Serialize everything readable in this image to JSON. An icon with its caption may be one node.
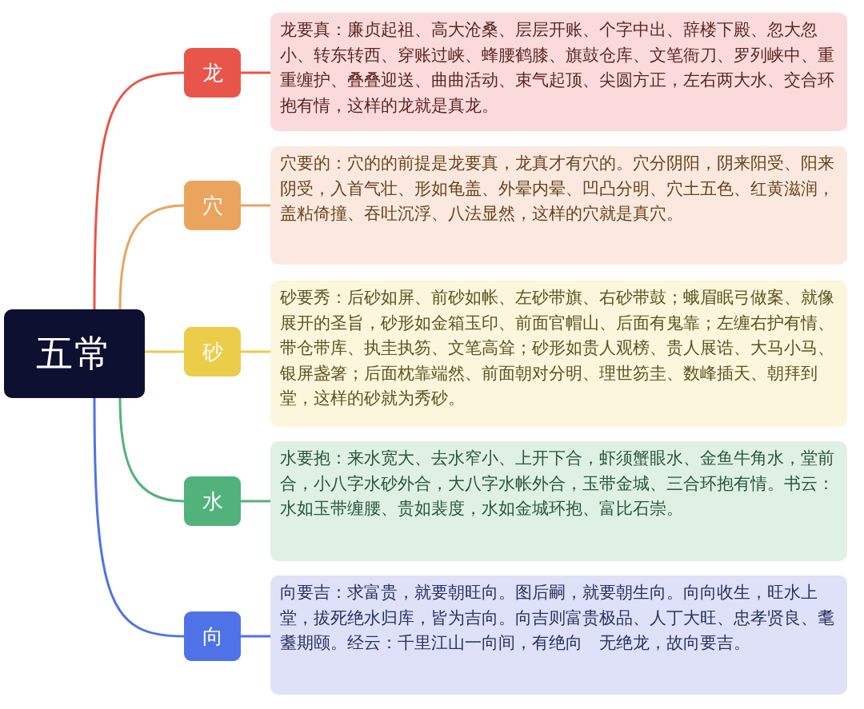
{
  "diagram": {
    "nodes": [
      {
        "text": [
          "五常"
        ]
      },
      {
        "text": [
          "龙"
        ]
      },
      {
        "text": [
          "龙要真：廉贞起祖、高大沧桑、层层开账、个字中出、辞楼下殿、忽大忽小、转东转西、穿账过峡、蜂腰鹤膝、旗鼓仓库、文笔衙刀、罗列峡中、重重缠护、叠叠迎送、曲曲活动、束气起顶、尖圆方正，左右两大水、交合环抱有情，这样的龙就是真龙。"
        ]
      },
      {
        "text": [
          "穴"
        ]
      },
      {
        "text": [
          "穴要的：穴的的前提是龙要真，龙真才有穴的。穴分阴阳，阴来阳受、阳来阴受，入首气壮、形如龟盖、外晕内晕、凹凸分明、穴土五色、红黄滋润，盖粘倚撞、吞吐沉浮、八法显然，这样的穴就是真穴。"
        ]
      },
      {
        "text": [
          "砂"
        ]
      },
      {
        "text": [
          "砂要秀：后砂如屏、前砂如帐、左砂带旗、右砂带鼓；蛾眉眠弓做案、就像展开的圣旨，砂形如金箱玉印、前面官帽山、后面有鬼靠；左缠右护有情、带仓带库、执圭执笏、文笔高耸；砂形如贵人观榜、贵人展诰、大马小马、银屏盏箸；后面枕靠端然、前面朝对分明、理世笏圭、数峰插天、朝拜到堂，这样的砂就为秀砂。"
        ]
      },
      {
        "text": [
          "水"
        ]
      },
      {
        "text": [
          "水要抱：来水宽大、去水窄小、上开下合，虾须蟹眼水、金鱼牛角水，堂前合，小八字水砂外合，大八字水帐外合，玉带金城、三合环抱有情。书云：水如玉带缠腰、贵如裴度，水如金城环抱、富比石崇。"
        ]
      },
      {
        "text": [
          "向"
        ]
      },
      {
        "text": [
          "向要吉：求富贵，就要朝旺向。图后嗣，就要朝生向。向向收生，旺水上堂，拔死绝水归库，皆为吉向。向吉则富贵极品、人丁大旺、忠孝贤良、耄耋期颐。经云：千里江山一向间，有绝向　无绝龙，故向要吉。"
        ]
      }
    ],
    "edges": [
      {
        "from": 0,
        "to": 1,
        "arrow": "none",
        "color": "#e8554a"
      },
      {
        "from": 1,
        "to": 2,
        "arrow": "none",
        "color": "#e8554a"
      },
      {
        "from": 0,
        "to": 3,
        "arrow": "none",
        "color": "#eba45e"
      },
      {
        "from": 3,
        "to": 4,
        "arrow": "none",
        "color": "#eba45e"
      },
      {
        "from": 0,
        "to": 5,
        "arrow": "none",
        "color": "#ebcd4a"
      },
      {
        "from": 5,
        "to": 6,
        "arrow": "none",
        "color": "#ebcd4a"
      },
      {
        "from": 0,
        "to": 7,
        "arrow": "none",
        "color": "#52b27c"
      },
      {
        "from": 7,
        "to": 8,
        "arrow": "none",
        "color": "#52b27c"
      },
      {
        "from": 0,
        "to": 9,
        "arrow": "none",
        "color": "#4f73e6"
      },
      {
        "from": 9,
        "to": 10,
        "arrow": "none",
        "color": "#4f73e6"
      }
    ]
  }
}
